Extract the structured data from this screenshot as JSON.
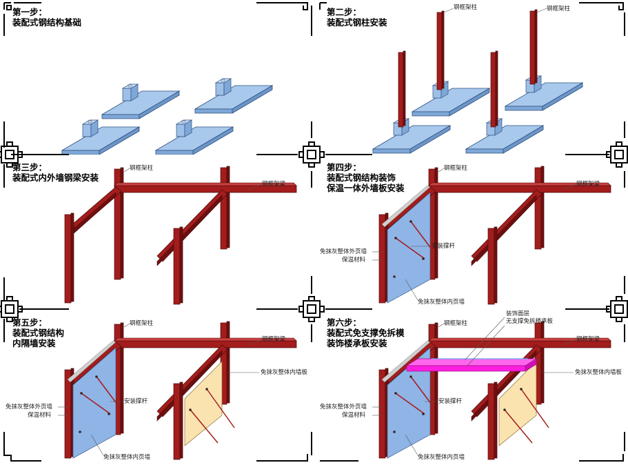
{
  "panels": [
    {
      "title": "第一步：\n装配式钢结构基础"
    },
    {
      "title": "第二步：\n装配式钢柱安装",
      "labels": {
        "column": "钢框架柱"
      }
    },
    {
      "title": "第三步：\n装配式内外墙钢梁安装",
      "labels": {
        "column": "钢框架柱",
        "beam": "钢框架梁"
      }
    },
    {
      "title": "第四步：\n装配式钢结构装饰\n保温一体外墙板安装",
      "labels": {
        "column": "钢框架柱",
        "beam": "钢框架梁",
        "strut": "安装撑杆",
        "outer_wall": "免抹灰整体外页墙",
        "insulation": "保温材料",
        "inner_page_wall": "免抹灰整体内页墙"
      }
    },
    {
      "title": "第五步：\n装配式钢结构\n内隔墙安装",
      "labels": {
        "column": "钢框架柱",
        "beam": "钢框架梁",
        "inner_board": "免抹灰整体内墙板",
        "strut": "安装撑杆",
        "outer_wall": "免抹灰整体外页墙",
        "insulation": "保温材料",
        "inner_page_wall": "免抹灰整体内页墙"
      }
    },
    {
      "title": "第六步：\n装配式免支撑免拆模\n装饰楼承板安装",
      "labels": {
        "column": "钢框架柱",
        "decor_layer": "装饰面层",
        "floor_deck": "无支撑免拆楼承板",
        "beam": "钢框架梁",
        "inner_board": "免抹灰整体内墙板",
        "strut": "安装撑杆",
        "outer_wall": "免抹灰整体外页墙",
        "insulation": "保温材料",
        "inner_page_wall": "免抹灰整体内页墙"
      }
    }
  ],
  "colors": {
    "steel": "#a31d1d",
    "steel_dark": "#6e1010",
    "steel_light": "#c94040",
    "foundation_top": "#a8c8ec",
    "foundation_side": "#7ea8d8",
    "outer_wall": "#8fb4e6",
    "inner_board": "#fbe3b0",
    "deck": "#ff1ee0"
  }
}
